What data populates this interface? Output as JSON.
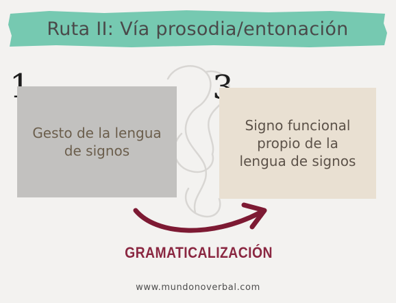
{
  "header": {
    "title": "Ruta II: Vía prosodia/entonación",
    "accent_color": "#76c9b1"
  },
  "steps": [
    {
      "number": "1",
      "text": "Gesto de la lengua\nde signos",
      "color": "#c2c1bf"
    },
    {
      "number": "3",
      "text": "Signo funcional\npropio de la\nlengua de signos",
      "color": "#e9e0d2"
    }
  ],
  "arrow": {
    "label": "GRAMATICALIZACIÓN",
    "color": "#7d1a33"
  },
  "footer": {
    "website": "www.mundonoverbal.com"
  }
}
